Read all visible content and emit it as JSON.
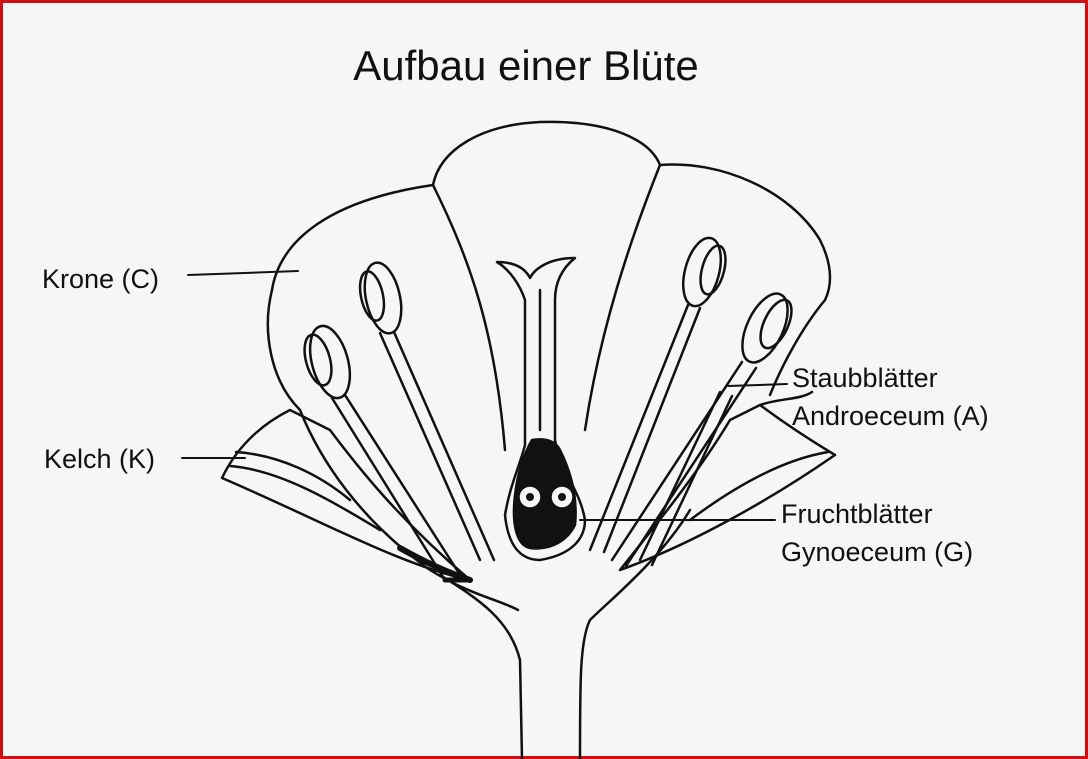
{
  "title": "Aufbau einer Blüte",
  "labels": {
    "krone": "Krone (C)",
    "kelch": "Kelch (K)",
    "staub_1": "Staubblätter",
    "staub_2": "Androeceum (A)",
    "frucht_1": "Fruchtblätter",
    "frucht_2": "Gynoeceum (G)"
  },
  "colors": {
    "frame": "#d01010",
    "ink": "#111111",
    "paper": "#f6f6f6"
  }
}
